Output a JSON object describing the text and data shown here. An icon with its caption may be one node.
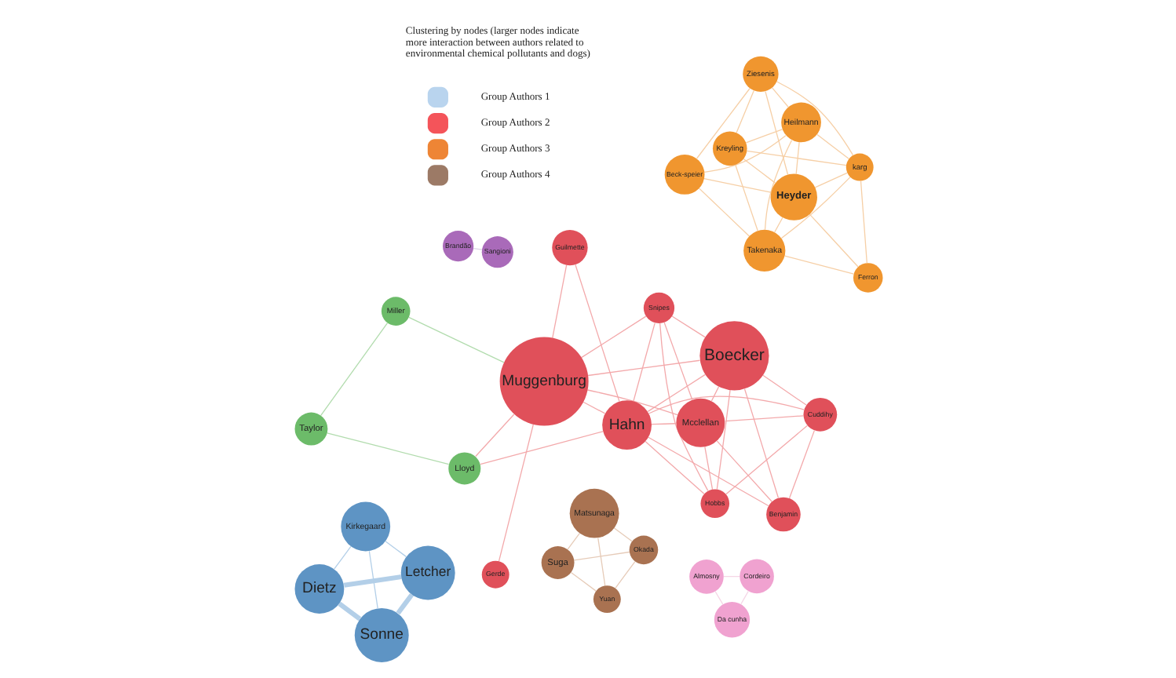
{
  "diagram": {
    "nodes": [
      {
        "text": [
          "Kreyling"
        ]
      },
      {
        "text": [
          "karg"
        ]
      },
      {
        "text": [
          "Ferron"
        ]
      },
      {
        "text": [
          "Ziesenis"
        ]
      },
      {
        "text": [
          "Heilmann"
        ]
      },
      {
        "text": [
          "Takenaka"
        ]
      },
      {
        "text": [
          "Beck-speier"
        ]
      },
      {
        "text": [
          "Heyder"
        ]
      },
      {
        "text": [
          "Hahn"
        ]
      },
      {
        "text": [
          "Dietz"
        ]
      },
      {
        "text": [
          "Boecker"
        ]
      },
      {
        "text": [
          "Lloyd"
        ]
      },
      {
        "text": [
          "Muggenburg"
        ]
      },
      {
        "text": [
          "Guilmette"
        ]
      },
      {
        "text": [
          "Letcher"
        ]
      },
      {
        "text": [
          "Sonne"
        ]
      },
      {
        "text": [
          "Snipes"
        ]
      },
      {
        "text": [
          "Hobbs"
        ]
      },
      {
        "text": [
          "Mcclellan"
        ]
      },
      {
        "text": [
          "Miller"
        ]
      },
      {
        "text": [
          "Gerde"
        ]
      },
      {
        "text": [
          "Kirkegaard"
        ]
      },
      {
        "text": [
          "Brandão"
        ]
      },
      {
        "text": [
          "Benjamin"
        ]
      },
      {
        "text": [
          "Taylor"
        ]
      },
      {
        "text": [
          "Almosny"
        ]
      },
      {
        "text": [
          "Suga"
        ]
      },
      {
        "text": [
          "Sangioni"
        ]
      },
      {
        "text": [
          "Cordeiro"
        ]
      },
      {
        "text": [
          "Okada"
        ]
      },
      {
        "text": [
          "Cuddihy"
        ]
      },
      {
        "text": [
          "Da cunha"
        ]
      },
      {
        "text": [
          "Yuan"
        ]
      },
      {
        "text": [
          "Matsunaga"
        ]
      }
    ],
    "edges": [
      {
        "from": 0,
        "to": 1,
        "arrow": "none",
        "color": "#f6cfa6"
      },
      {
        "from": 0,
        "to": 3,
        "arrow": "none",
        "color": "#f6cfa6"
      },
      {
        "from": 0,
        "to": 4,
        "arrow": "none",
        "color": "#f6cfa6"
      },
      {
        "from": 0,
        "to": 5,
        "arrow": "none",
        "color": "#f6cfa6"
      },
      {
        "from": 0,
        "to": 7,
        "arrow": "none",
        "color": "#f6cfa6"
      },
      {
        "from": 1,
        "to": 2,
        "arrow": "none",
        "color": "#f6cfa6"
      },
      {
        "from": 1,
        "to": 4,
        "arrow": "none",
        "color": "#f6cfa6"
      },
      {
        "from": 1,
        "to": 5,
        "arrow": "none",
        "color": "#f6cfa6"
      },
      {
        "from": 1,
        "to": 7,
        "arrow": "none",
        "color": "#f6cfa6"
      },
      {
        "from": 1,
        "to": 3,
        "arrow": "none",
        "color": "#f6cfa6"
      },
      {
        "from": 2,
        "to": 5,
        "arrow": "none",
        "color": "#f6cfa6"
      },
      {
        "from": 2,
        "to": 7,
        "arrow": "none",
        "color": "#f6cfa6"
      },
      {
        "from": 3,
        "to": 4,
        "arrow": "none",
        "color": "#f6cfa6"
      },
      {
        "from": 3,
        "to": 7,
        "arrow": "none",
        "color": "#f6cfa6"
      },
      {
        "from": 3,
        "to": 6,
        "arrow": "none",
        "color": "#f6cfa6"
      },
      {
        "from": 4,
        "to": 5,
        "arrow": "none",
        "color": "#f6cfa6"
      },
      {
        "from": 4,
        "to": 7,
        "arrow": "none",
        "color": "#f6cfa6"
      },
      {
        "from": 4,
        "to": 6,
        "arrow": "none",
        "color": "#f6cfa6"
      },
      {
        "from": 5,
        "to": 7,
        "arrow": "none",
        "color": "#f6cfa6"
      },
      {
        "from": 5,
        "to": 6,
        "arrow": "none",
        "color": "#f6cfa6"
      },
      {
        "from": 6,
        "to": 7,
        "arrow": "none",
        "color": "#f6cfa6"
      },
      {
        "from": 8,
        "to": 10,
        "arrow": "none"
      },
      {
        "from": 8,
        "to": 12,
        "arrow": "none"
      },
      {
        "from": 8,
        "to": 11,
        "arrow": "none"
      },
      {
        "from": 8,
        "to": 16,
        "arrow": "none"
      },
      {
        "from": 8,
        "to": 17,
        "arrow": "none"
      },
      {
        "from": 8,
        "to": 18,
        "arrow": "none"
      },
      {
        "from": 8,
        "to": 23,
        "arrow": "none"
      },
      {
        "from": 8,
        "to": 30,
        "arrow": "none"
      },
      {
        "from": 8,
        "to": 13,
        "arrow": "none"
      },
      {
        "from": 10,
        "to": 12,
        "arrow": "none"
      },
      {
        "from": 10,
        "to": 16,
        "arrow": "none"
      },
      {
        "from": 10,
        "to": 17,
        "arrow": "none"
      },
      {
        "from": 10,
        "to": 18,
        "arrow": "none"
      },
      {
        "from": 10,
        "to": 23,
        "arrow": "none"
      },
      {
        "from": 10,
        "to": 30,
        "arrow": "none"
      },
      {
        "from": 12,
        "to": 13,
        "arrow": "none"
      },
      {
        "from": 12,
        "to": 16,
        "arrow": "none"
      },
      {
        "from": 12,
        "to": 18,
        "arrow": "none"
      },
      {
        "from": 12,
        "to": 20,
        "arrow": "none"
      },
      {
        "from": 12,
        "to": 11,
        "arrow": "none"
      },
      {
        "from": 16,
        "to": 18,
        "arrow": "none"
      },
      {
        "from": 16,
        "to": 17,
        "arrow": "none"
      },
      {
        "from": 17,
        "to": 18,
        "arrow": "none"
      },
      {
        "from": 17,
        "to": 30,
        "arrow": "none"
      },
      {
        "from": 18,
        "to": 30,
        "arrow": "none"
      },
      {
        "from": 23,
        "to": 18,
        "arrow": "none"
      },
      {
        "from": 23,
        "to": 30,
        "arrow": "none"
      },
      {
        "from": 11,
        "to": 24,
        "arrow": "none",
        "color": "#b2dcae"
      },
      {
        "from": 19,
        "to": 24,
        "arrow": "none",
        "color": "#b2dcae"
      },
      {
        "from": 12,
        "to": 19,
        "arrow": "none",
        "color": "#b2dcae"
      },
      {
        "from": 9,
        "to": 14,
        "arrow": "none",
        "style": "thick",
        "color": "#b3cfe8"
      },
      {
        "from": 9,
        "to": 15,
        "arrow": "none",
        "style": "thick",
        "color": "#b3cfe8"
      },
      {
        "from": 9,
        "to": 21,
        "arrow": "none",
        "color": "#b3cfe8"
      },
      {
        "from": 14,
        "to": 15,
        "arrow": "none",
        "style": "thick",
        "color": "#b3cfe8"
      },
      {
        "from": 14,
        "to": 21,
        "arrow": "none",
        "color": "#b3cfe8"
      },
      {
        "from": 15,
        "to": 21,
        "arrow": "none",
        "color": "#b3cfe8"
      },
      {
        "from": 26,
        "to": 29,
        "arrow": "none",
        "color": "#e6cbb8"
      },
      {
        "from": 26,
        "to": 32,
        "arrow": "none",
        "color": "#e6cbb8"
      },
      {
        "from": 26,
        "to": 33,
        "arrow": "none",
        "color": "#e6cbb8"
      },
      {
        "from": 29,
        "to": 32,
        "arrow": "none",
        "color": "#e6cbb8"
      },
      {
        "from": 29,
        "to": 33,
        "arrow": "none",
        "color": "#e6cbb8"
      },
      {
        "from": 32,
        "to": 33,
        "arrow": "none",
        "color": "#e6cbb8"
      },
      {
        "from": 25,
        "to": 28,
        "arrow": "none",
        "color": "#f5d6e6"
      },
      {
        "from": 25,
        "to": 31,
        "arrow": "none",
        "color": "#f5d6e6"
      },
      {
        "from": 28,
        "to": 31,
        "arrow": "none",
        "color": "#f5d6e6"
      },
      {
        "from": 22,
        "to": 27,
        "arrow": "none",
        "color": "#ddd3e6"
      }
    ],
    "labels": [
      "Clustering by nodes (larger nodes indicate more interaction between authors related to environmental chemical pollutants and dogs)"
    ],
    "legend": [
      {
        "text": "Group Authors 1",
        "color": "#b9d4ee"
      },
      {
        "text": "Group Authors 2",
        "color": "#f4545a"
      },
      {
        "text": "Group Authors 3",
        "color": "#ee8535"
      },
      {
        "text": "Group Authors 4",
        "color": "#9c7a66"
      }
    ]
  }
}
